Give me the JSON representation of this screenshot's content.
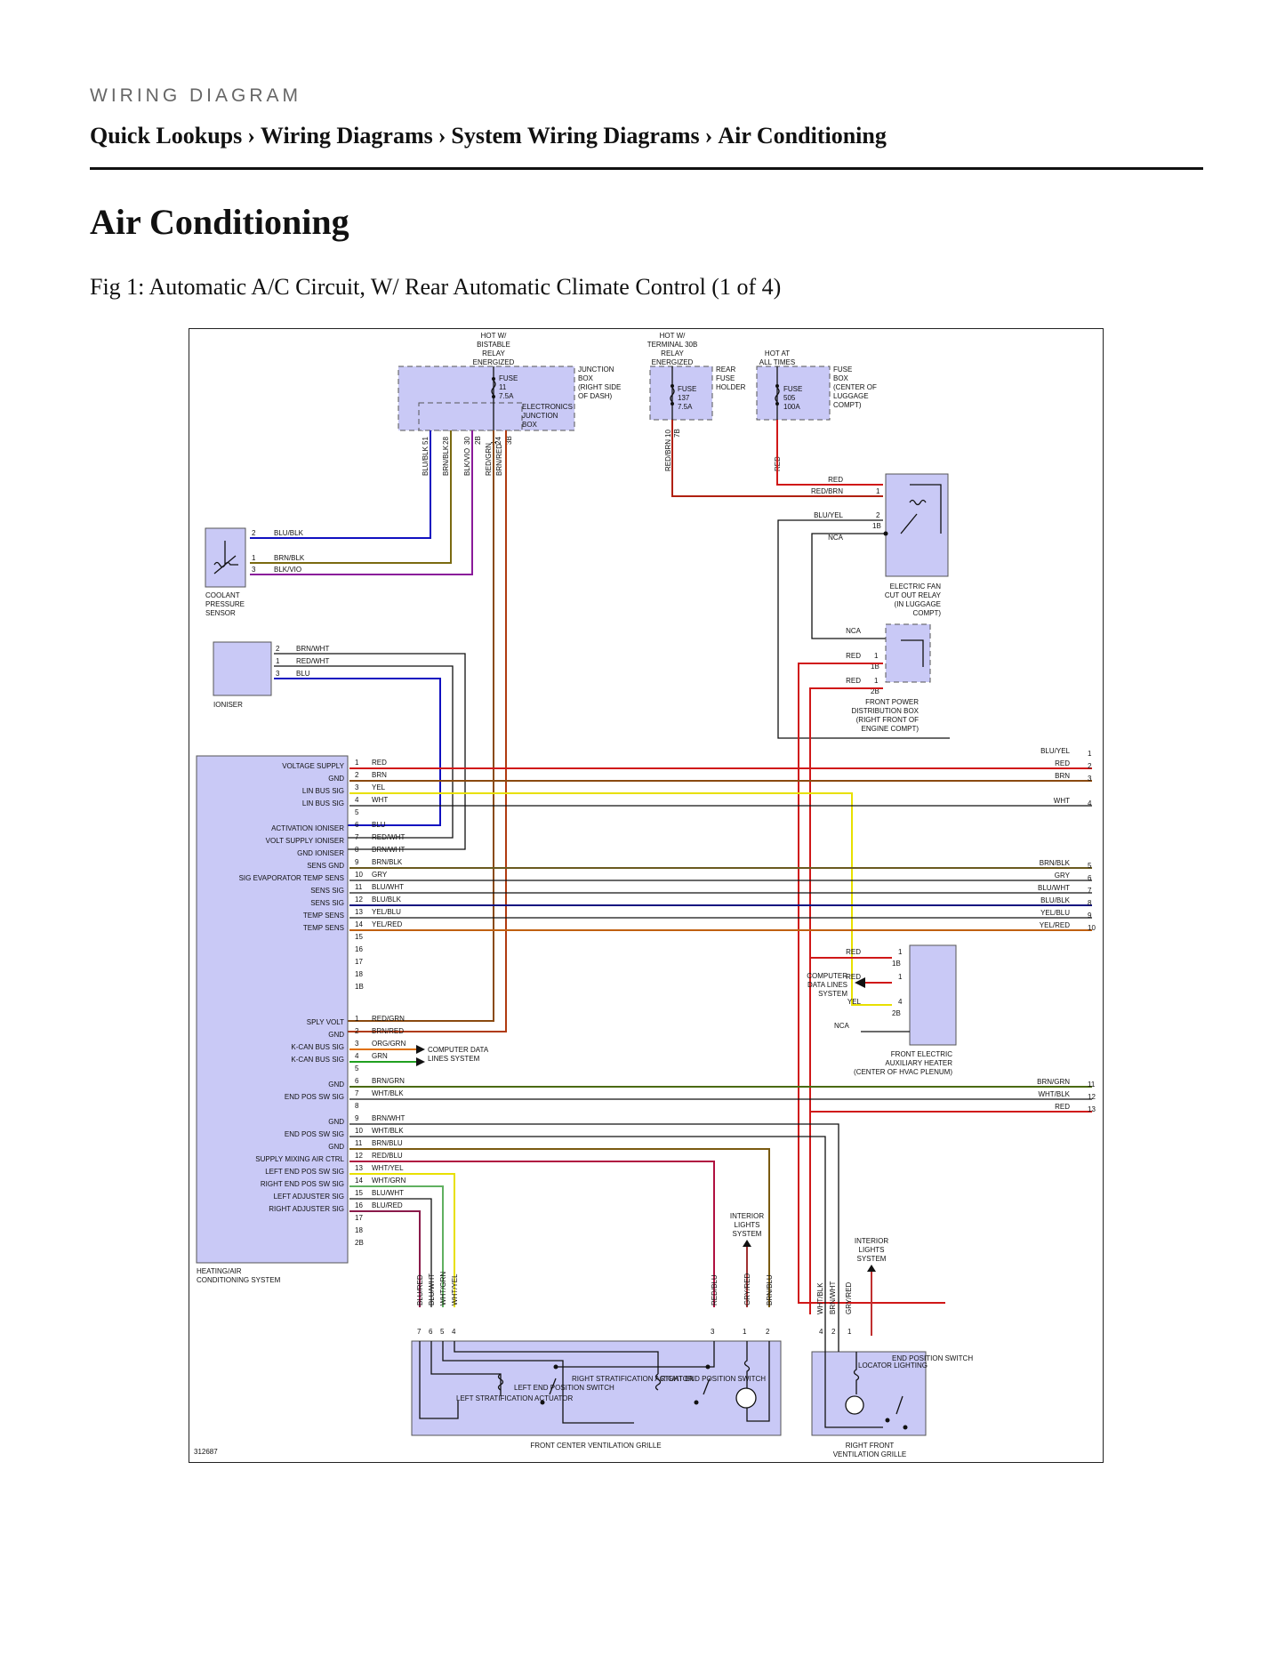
{
  "header": {
    "kicker": "WIRING DIAGRAM",
    "breadcrumbs": [
      "Quick Lookups",
      "Wiring Diagrams",
      "System Wiring Diagrams",
      "Air Conditioning"
    ],
    "separator": "›"
  },
  "page_title": "Air Conditioning",
  "figure_caption": "Fig 1: Automatic A/C Circuit, W/ Rear Automatic Climate Control (1 of 4)",
  "diagram": {
    "id_number": "312687",
    "colors": {
      "RED": "#d01818",
      "BRN": "#8a4a10",
      "YEL": "#e8e000",
      "WHT": "#bbbbbb",
      "BLU": "#1010c0",
      "GRY": "#888888",
      "VIO": "#8a1a9a",
      "GRN": "#20a020",
      "BLK": "#111111",
      "ORG": "#e07000"
    },
    "top_labels": {
      "hot_bistable": [
        "HOT W/",
        "BISTABLE",
        "RELAY",
        "ENERGIZED"
      ],
      "hot_terminal": [
        "HOT W/",
        "TERMINAL 30B",
        "RELAY",
        "ENERGIZED"
      ],
      "hot_always": [
        "HOT AT",
        "ALL TIMES"
      ]
    },
    "junction_box": [
      "JUNCTION",
      "BOX",
      "(RIGHT SIDE",
      "OF DASH)"
    ],
    "electronics_junction_box": [
      "ELECTRONICS",
      "JUNCTION",
      "BOX"
    ],
    "fuse11": [
      "FUSE",
      "11",
      "7.5A"
    ],
    "rear_fuse_holder": [
      "REAR",
      "FUSE",
      "HOLDER"
    ],
    "fuse137": [
      "FUSE",
      "137",
      "7.5A"
    ],
    "fuse505": [
      "FUSE",
      "505",
      "100A"
    ],
    "fuse_box_luggage": [
      "FUSE",
      "BOX",
      "(CENTER OF",
      "LUGGAGE",
      "COMPT)"
    ],
    "jb_pins": [
      "51",
      "28",
      "30",
      "2B",
      "1",
      "24",
      "3B"
    ],
    "jb_wires": [
      "BLU/BLK",
      "BRN/BLK",
      "BLK/VIO",
      "RED/GRN",
      "BRN/RED"
    ],
    "fuse137_pins": [
      "10",
      "7B"
    ],
    "fuse137_wire": "RED/BRN",
    "fuse505_wire": "RED",
    "coolant_sensor": {
      "name": [
        "COOLANT",
        "PRESSURE",
        "SENSOR"
      ],
      "pins": [
        "2",
        "1",
        "3"
      ],
      "wires": [
        "BLU/BLK",
        "BRN/BLK",
        "BLK/VIO"
      ]
    },
    "ioniser": {
      "name": "IONISER",
      "pins": [
        "2",
        "1",
        "3"
      ],
      "wires": [
        "BRN/WHT",
        "RED/WHT",
        "BLU"
      ]
    },
    "fan_relay": {
      "name": [
        "ELECTRIC FAN",
        "CUT OUT RELAY",
        "(IN LUGGAGE",
        "COMPT)"
      ],
      "wires": [
        "RED",
        "RED/BRN",
        "BLU/YEL",
        "NCA"
      ],
      "pins": [
        "1",
        "2",
        "1B"
      ]
    },
    "front_power_box": {
      "name": [
        "FRONT POWER",
        "DISTRIBUTION BOX",
        "(RIGHT FRONT OF",
        "ENGINE COMPT)"
      ],
      "wires": [
        "NCA",
        "RED",
        "RED"
      ],
      "pins": [
        "1",
        "1B",
        "1",
        "2B"
      ]
    },
    "hvac_upper": {
      "labels": [
        "VOLTAGE SUPPLY",
        "GND",
        "LIN BUS SIG",
        "LIN BUS SIG",
        "",
        "ACTIVATION IONISER",
        "VOLT SUPPLY IONISER",
        "GND IONISER",
        "SENS GND",
        "SIG EVAPORATOR TEMP SENS",
        "SENS SIG",
        "SENS SIG",
        "TEMP SENS",
        "TEMP SENS",
        "",
        "",
        "",
        "",
        ""
      ],
      "pins": [
        "1",
        "2",
        "3",
        "4",
        "5",
        "6",
        "7",
        "8",
        "9",
        "10",
        "11",
        "12",
        "13",
        "14",
        "15",
        "16",
        "17",
        "18",
        "1B"
      ],
      "wires": [
        "RED",
        "BRN",
        "YEL",
        "WHT",
        "",
        "BLU",
        "RED/WHT",
        "BRN/WHT",
        "BRN/BLK",
        "GRY",
        "BLU/WHT",
        "BLU/BLK",
        "YEL/BLU",
        "YEL/RED",
        "",
        "",
        "",
        "",
        ""
      ]
    },
    "right_refs_upper": {
      "wires": [
        "BLU/YEL",
        "RED",
        "BRN",
        "WHT",
        "BRN/BLK",
        "GRY",
        "BLU/WHT",
        "BLU/BLK",
        "YEL/BLU",
        "YEL/RED"
      ],
      "numbers": [
        "1",
        "2",
        "3",
        "4",
        "5",
        "6",
        "7",
        "8",
        "9",
        "10"
      ]
    },
    "hvac_lower": {
      "labels": [
        "SPLY VOLT",
        "GND",
        "K-CAN BUS SIG",
        "K-CAN BUS SIG",
        "",
        "GND",
        "END POS SW SIG",
        "",
        "GND",
        "END POS SW SIG",
        "GND",
        "SUPPLY MIXING AIR CTRL",
        "LEFT END POS SW SIG",
        "RIGHT END POS SW SIG",
        "LEFT ADJUSTER SIG",
        "RIGHT ADJUSTER SIG",
        "",
        "",
        ""
      ],
      "pins": [
        "1",
        "2",
        "3",
        "4",
        "5",
        "6",
        "7",
        "8",
        "9",
        "10",
        "11",
        "12",
        "13",
        "14",
        "15",
        "16",
        "17",
        "18",
        "2B"
      ],
      "wires": [
        "RED/GRN",
        "BRN/RED",
        "ORG/GRN",
        "GRN",
        "",
        "BRN/GRN",
        "WHT/BLK",
        "",
        "BRN/WHT",
        "WHT/BLK",
        "BRN/BLU",
        "RED/BLU",
        "WHT/YEL",
        "WHT/GRN",
        "BLU/WHT",
        "BLU/RED",
        "",
        "",
        ""
      ]
    },
    "hvac_name": [
      "HEATING/AIR",
      "CONDITIONING SYSTEM"
    ],
    "computer_data_lines": [
      "COMPUTER DATA",
      "LINES SYSTEM"
    ],
    "computer_data_lines_right": [
      "COMPUTER",
      "DATA LINES",
      "SYSTEM"
    ],
    "aux_heater": {
      "name": [
        "FRONT ELECTRIC",
        "AUXILIARY HEATER",
        "(CENTER OF HVAC PLENUM)"
      ],
      "wires": [
        "RED",
        "RED",
        "YEL",
        "NCA"
      ],
      "pins": [
        "1",
        "1B",
        "1",
        "4",
        "2B"
      ]
    },
    "right_refs_lower": {
      "wires": [
        "BRN/GRN",
        "WHT/BLK",
        "RED"
      ],
      "numbers": [
        "11",
        "12",
        "13"
      ]
    },
    "interior_lights": [
      "INTERIOR",
      "LIGHTS",
      "SYSTEM"
    ],
    "front_center_grille": {
      "name": "FRONT CENTER VENTILATION GRILLE",
      "wires": [
        "BLU/RED",
        "BLU/WHT",
        "WHT/GRN",
        "WHT/YEL",
        "RED/BLU",
        "GRY/RED",
        "BRN/BLU"
      ],
      "pins": [
        "7",
        "6",
        "5",
        "4",
        "3",
        "1",
        "2"
      ],
      "components": [
        "LEFT END POSITION SWITCH",
        "LEFT STRATIFICATION ACTUATOR",
        "RIGHT STRATIFICATION ACTUATOR",
        "RIGHT END POSITION SWITCH"
      ]
    },
    "right_front_grille": {
      "name": [
        "RIGHT FRONT",
        "VENTILATION GRILLE"
      ],
      "wires": [
        "WHT/BLK",
        "BRN/WHT",
        "GRY/RED"
      ],
      "pins": [
        "4",
        "2",
        "1"
      ],
      "components": [
        "LOCATOR LIGHTING",
        "END POSITION SWITCH"
      ]
    }
  }
}
